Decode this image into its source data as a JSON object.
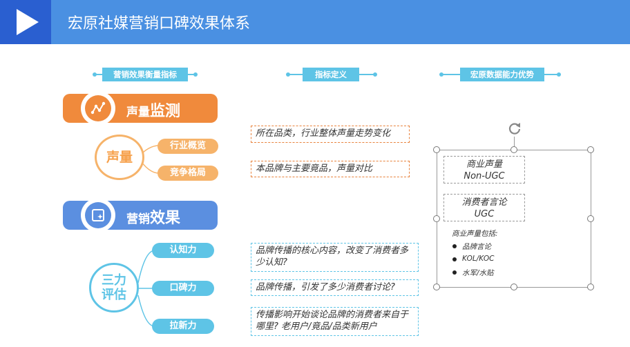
{
  "header": {
    "title": "宏原社媒营销口碑效果体系"
  },
  "columns": [
    "营销效果衡量指标",
    "指标定义",
    "宏原数据能力优势"
  ],
  "section_volume": {
    "title_main": "声量",
    "title_accent": "监测",
    "circle_label": "声量",
    "items": [
      "行业概览",
      "竞争格局"
    ],
    "definitions": [
      "所在品类，行业整体声量走势变化",
      "本品牌与主要竟品，声量对比"
    ]
  },
  "section_effect": {
    "title_main": "营销",
    "title_accent": "效果",
    "circle_label_line1": "三力",
    "circle_label_line2": "评估",
    "items": [
      "认知力",
      "口碑力",
      "拉新力"
    ],
    "definitions": [
      "品牌传播的核心内容，改变了消费者多少认知?",
      "品牌传播，引发了多少消费者讨论?",
      "传播影响开始谈论品牌的消费者来自于哪里? 老用户/竟品/品类新用户"
    ]
  },
  "advantages": {
    "box1_line1": "商业声量",
    "box1_line2": "Non-UGC",
    "box2_line1": "消费者言论",
    "box2_line2": "UGC",
    "note": "商业声量包括:",
    "bullets": [
      "品牌言论",
      "KOL/KOC",
      "水军/水贴"
    ]
  },
  "colors": {
    "header": "#4a90e2",
    "header_dark": "#2a5fd0",
    "orange": "#f08a3c",
    "orange_light": "#f6b36a",
    "blue": "#5b8fe0",
    "cyan": "#5ec4e6"
  }
}
